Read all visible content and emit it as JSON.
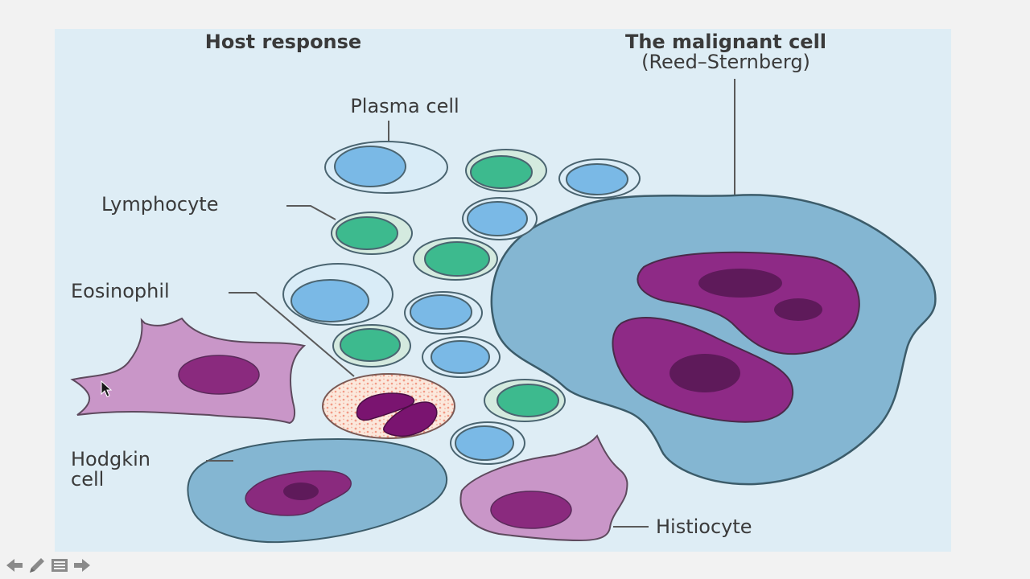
{
  "diagram": {
    "headings": {
      "host_response": "Host response",
      "malignant_cell_line1": "The malignant cell",
      "malignant_cell_line2": "(Reed–Sternberg)"
    },
    "labels": {
      "plasma_cell": "Plasma cell",
      "lymphocyte": "Lymphocyte",
      "eosinophil": "Eosinophil",
      "hodgkin_cell_line1": "Hodgkin",
      "hodgkin_cell_line2": "cell",
      "histiocyte": "Histiocyte"
    },
    "colors": {
      "panel_background": "#deedf5",
      "blue_cell": "#7ab9e6",
      "lymphocyte_nucleus": "#3dba8e",
      "reed_sternberg_cytoplasm": "#84b6d2",
      "reed_sternberg_nucleus": "#8e2a86",
      "histiocyte_cytoplasm": "#c996c8",
      "eosinophil_granules": "#f0a090"
    }
  },
  "navigation": {
    "icons": [
      "arrow-left-icon",
      "pen-icon",
      "menu-icon",
      "arrow-right-icon"
    ]
  }
}
